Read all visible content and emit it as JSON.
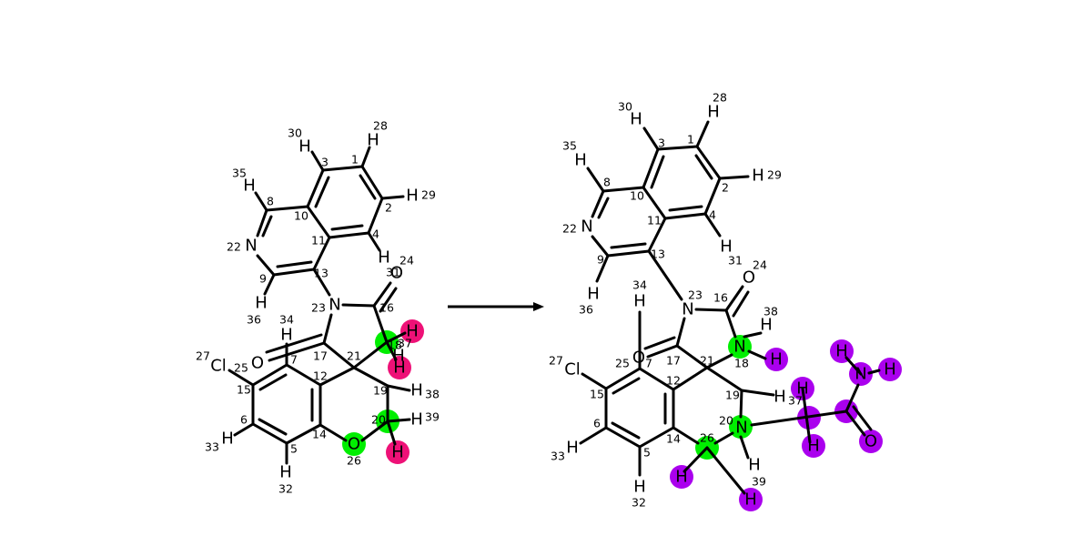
{
  "colors": {
    "reaction_center": "#00ee00",
    "leaving": "#ee1177",
    "added": "#aa00ee",
    "bond": "#000000",
    "background": "#ffffff"
  },
  "reactant": {
    "atoms": [
      {
        "el": "N",
        "idx": "22"
      },
      {
        "el": "N",
        "idx": "23"
      },
      {
        "el": "O",
        "idx": "24"
      },
      {
        "el": "O",
        "idx": "25"
      },
      {
        "el": "O",
        "idx": "26"
      },
      {
        "el": "Cl",
        "idx": "27"
      },
      {
        "el": "H",
        "idx": "28"
      },
      {
        "el": "H",
        "idx": "29"
      },
      {
        "el": "H",
        "idx": "30"
      },
      {
        "el": "H",
        "idx": "31"
      },
      {
        "el": "H",
        "idx": "32"
      },
      {
        "el": "H",
        "idx": "33"
      },
      {
        "el": "H",
        "idx": "34"
      },
      {
        "el": "H",
        "idx": "35"
      },
      {
        "el": "H",
        "idx": "36"
      },
      {
        "el": "H",
        "idx": "37"
      },
      {
        "el": "H",
        "idx": "38"
      },
      {
        "el": "H",
        "idx": "39"
      },
      {
        "el": "H",
        "idx": ""
      },
      {
        "el": "H",
        "idx": ""
      }
    ],
    "carbon_indices": [
      "1",
      "2",
      "3",
      "4",
      "5",
      "6",
      "7",
      "8",
      "9",
      "10",
      "11",
      "12",
      "13",
      "14",
      "15",
      "16",
      "17",
      "18",
      "19",
      "20",
      "21"
    ]
  },
  "product": {
    "atoms": [
      {
        "el": "N",
        "idx": "22"
      },
      {
        "el": "N",
        "idx": "23"
      },
      {
        "el": "O",
        "idx": "24"
      },
      {
        "el": "O",
        "idx": "25"
      },
      {
        "el": "Cl",
        "idx": "27"
      },
      {
        "el": "N",
        "idx": "18"
      },
      {
        "el": "N",
        "idx": "20"
      },
      {
        "el": "H",
        "idx": "28"
      },
      {
        "el": "H",
        "idx": "29"
      },
      {
        "el": "H",
        "idx": "30"
      },
      {
        "el": "H",
        "idx": "31"
      },
      {
        "el": "H",
        "idx": "32"
      },
      {
        "el": "H",
        "idx": "33"
      },
      {
        "el": "H",
        "idx": "34"
      },
      {
        "el": "H",
        "idx": "35"
      },
      {
        "el": "H",
        "idx": "36"
      },
      {
        "el": "H",
        "idx": "37"
      },
      {
        "el": "H",
        "idx": "38"
      },
      {
        "el": "H",
        "idx": "39"
      },
      {
        "el": "H",
        "idx": ""
      },
      {
        "el": "H",
        "idx": ""
      },
      {
        "el": "H",
        "idx": ""
      },
      {
        "el": "H",
        "idx": ""
      },
      {
        "el": "H",
        "idx": ""
      },
      {
        "el": "H",
        "idx": ""
      },
      {
        "el": "N",
        "idx": ""
      },
      {
        "el": "O",
        "idx": ""
      }
    ],
    "carbon_indices": [
      "1",
      "2",
      "3",
      "4",
      "5",
      "6",
      "7",
      "8",
      "9",
      "10",
      "11",
      "12",
      "13",
      "14",
      "15",
      "16",
      "17",
      "19",
      "21",
      "26"
    ]
  }
}
